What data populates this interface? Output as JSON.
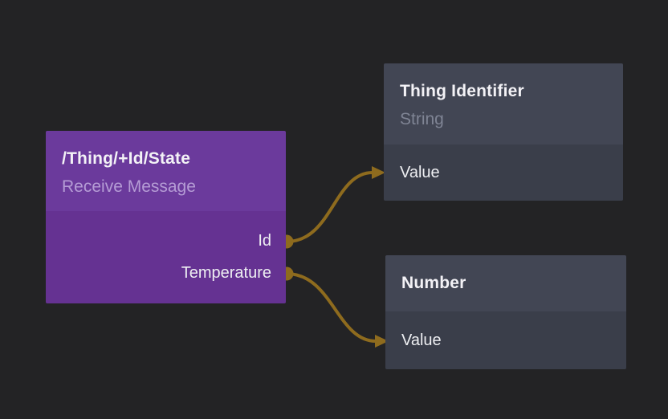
{
  "canvas": {
    "background_color": "#232325",
    "wire_color": "#8E6B1E"
  },
  "nodes": [
    {
      "name": "receive-message",
      "title": "/Thing/+Id/State",
      "subtitle": "Receive Message",
      "header_color": "#6B3A9C",
      "body_color": "#653292",
      "outputs": [
        {
          "label": "Id"
        },
        {
          "label": "Temperature"
        }
      ]
    },
    {
      "name": "thing-identifier",
      "title": "Thing Identifier",
      "subtitle": "String",
      "header_color": "#424654",
      "body_color": "#3A3E4A",
      "inputs": [
        {
          "label": "Value"
        }
      ]
    },
    {
      "name": "number",
      "title": "Number",
      "header_color": "#424654",
      "body_color": "#3A3E4A",
      "inputs": [
        {
          "label": "Value"
        }
      ]
    }
  ],
  "connections": [
    {
      "from": "receive-message: Id",
      "to": "thing-identifier: Value"
    },
    {
      "from": "receive-message: Temperature",
      "to": "number: Value"
    }
  ]
}
